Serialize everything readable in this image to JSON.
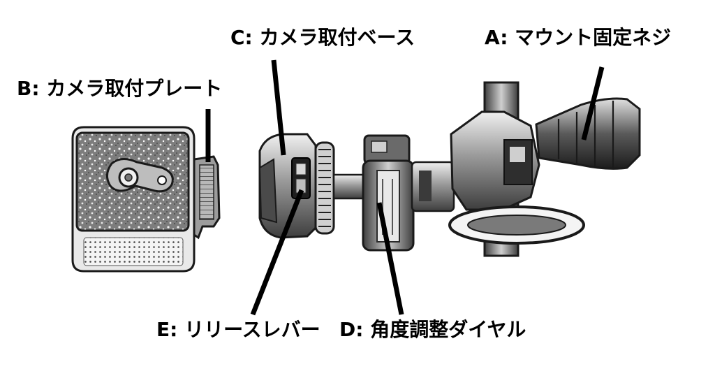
{
  "labels": {
    "a": "A: マウント固定ネジ",
    "b": "B: カメラ取付プレート",
    "c": "C: カメラ取付ベース",
    "d": "D: 角度調整ダイヤル",
    "e": "E: リリースレバー"
  },
  "colors": {
    "ink": "#000000",
    "background": "#ffffff",
    "camera_body": "#e6e6e6",
    "camera_face": "#8a8a8a",
    "metal_dark": "#4a4a4a",
    "metal_mid": "#9a9a9a",
    "metal_light": "#d4d4d4"
  }
}
